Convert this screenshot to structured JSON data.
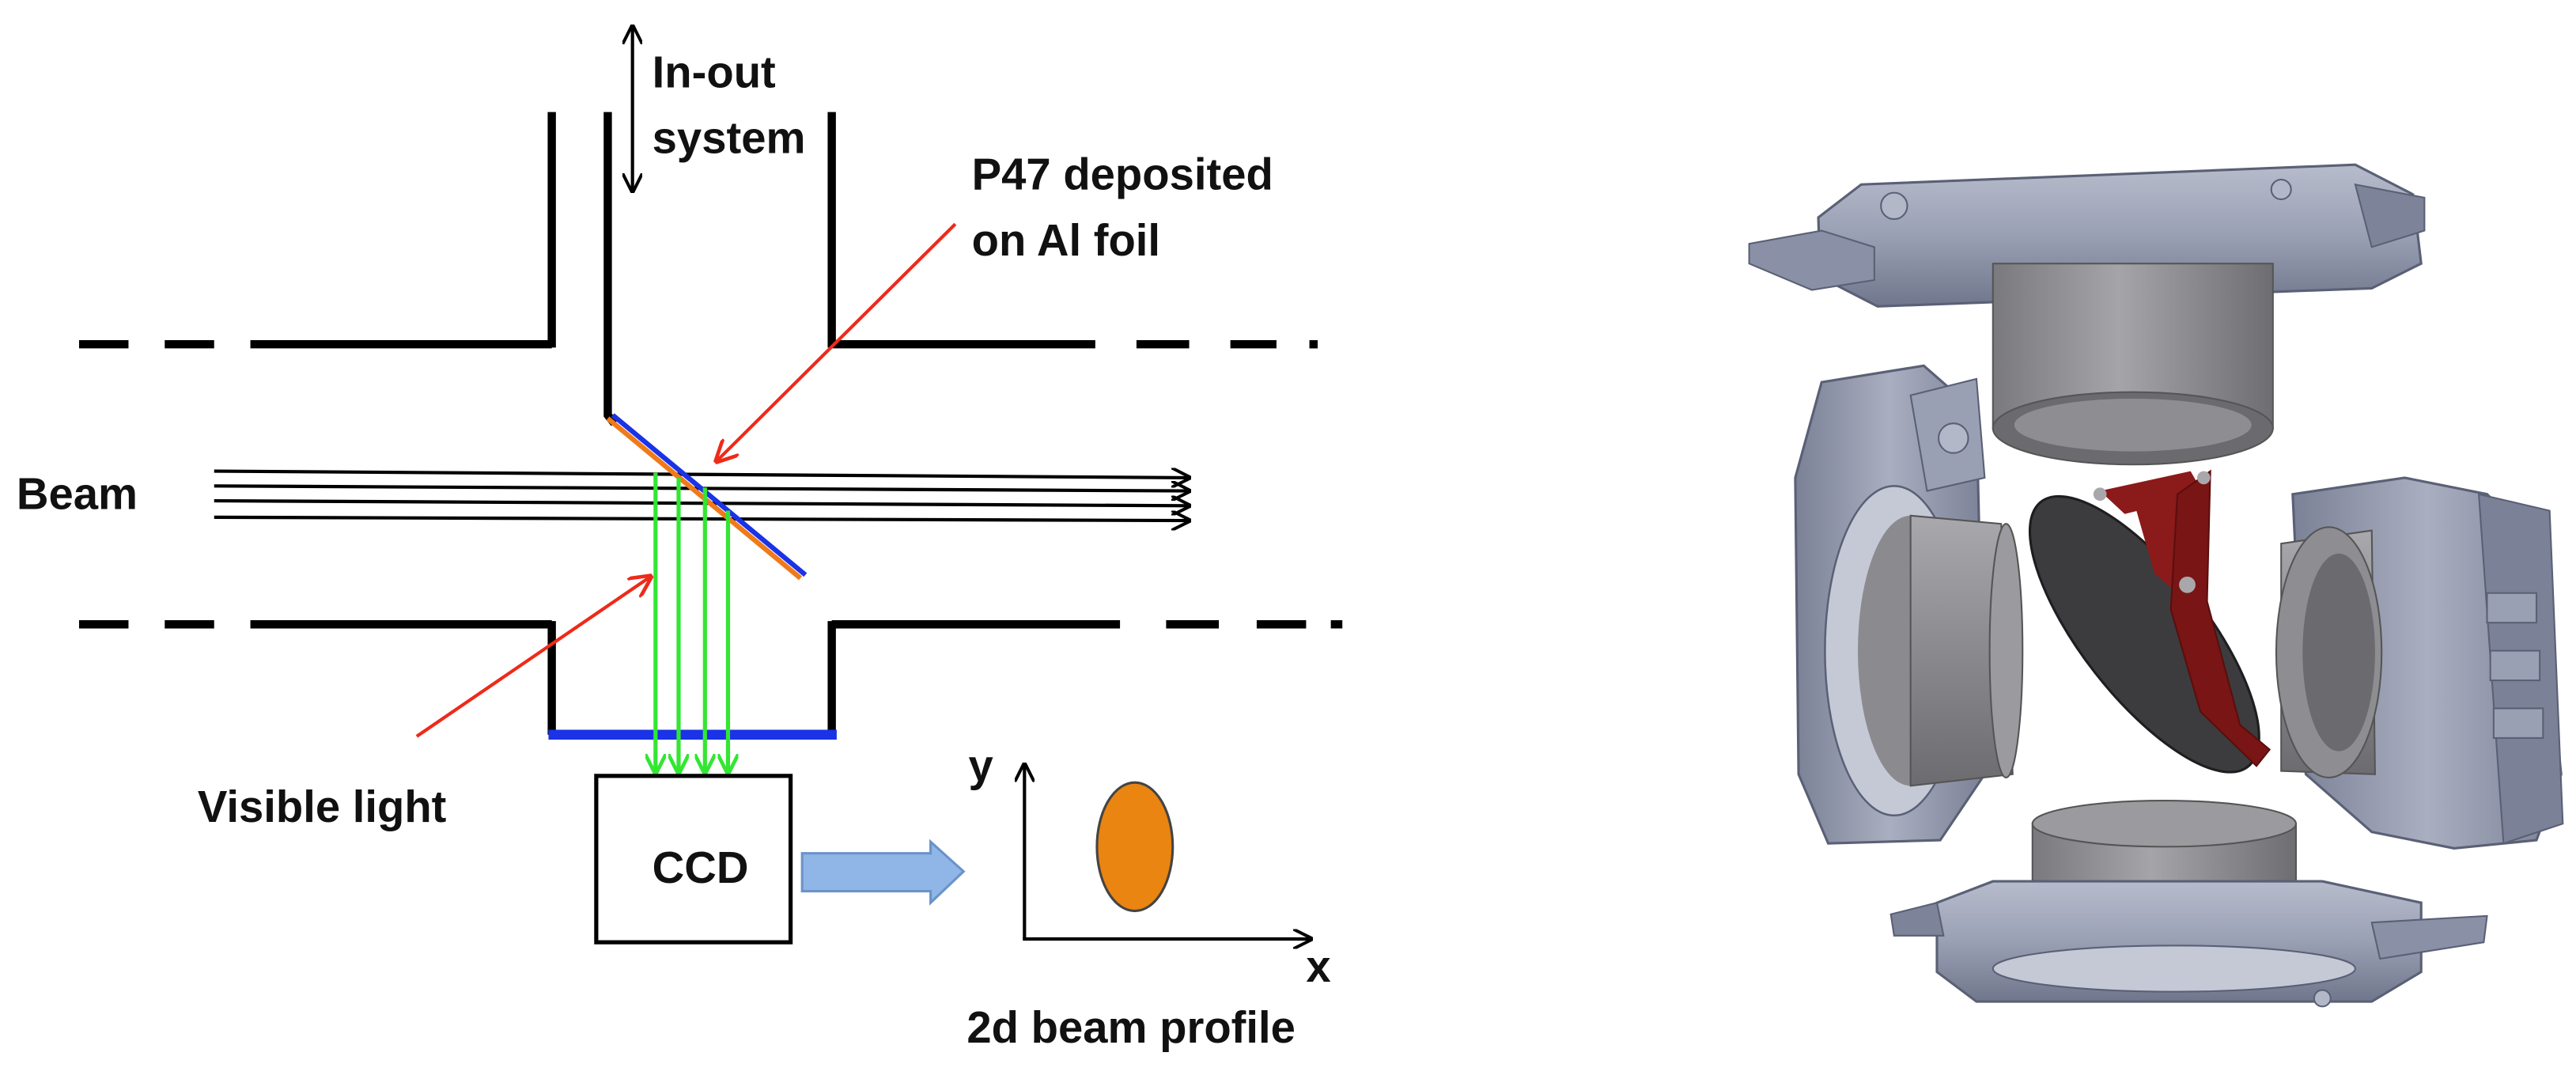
{
  "schematic": {
    "labels": {
      "in_out": [
        "In-out",
        "system"
      ],
      "phosphor": [
        "P47 deposited",
        "on Al foil"
      ],
      "beam": "Beam",
      "visible_light": "Visible light",
      "ccd": "CCD",
      "axis_y": "y",
      "axis_x": "x",
      "profile": "2d beam profile"
    },
    "colors": {
      "chamber": "#000000",
      "window": "#1a33e6",
      "light_rays": "#33e633",
      "pointer": "#ee2a1a",
      "screen_front": "#1a33e6",
      "screen_back": "#f07a1a",
      "beam_spot": "#e98510",
      "arrow_fill": "#8fb6e6"
    }
  },
  "rendering": {
    "description_icon": "3d-cad-rendering-icon",
    "colors": {
      "flange": "#9aa0b4",
      "flange_dark": "#6d7388",
      "tube": "#8b8b8f",
      "screen": "#3c3c3e",
      "support": "#8b1a1a"
    }
  }
}
